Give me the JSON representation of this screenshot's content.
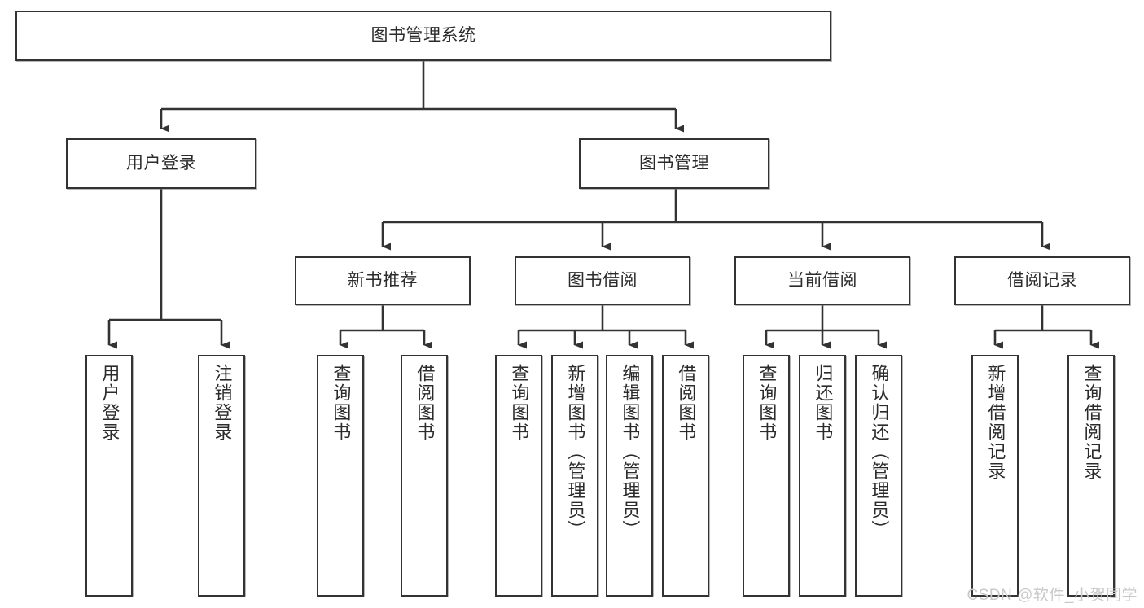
{
  "diagram": {
    "title": "图书管理系统",
    "type": "tree",
    "watermark": "CSDN @软件_小贺同学",
    "colors": {
      "box_border": "#333333",
      "box_fill": "#ffffff",
      "text": "#2b2b2b",
      "connector": "#333333",
      "watermark": "#c9c9c9",
      "background": "#ffffff"
    },
    "nodes": {
      "root": {
        "label": "图书管理系统",
        "level": 0,
        "orientation": "horizontal"
      },
      "user_login": {
        "label": "用户登录",
        "level": 1,
        "orientation": "horizontal"
      },
      "book_manage": {
        "label": "图书管理",
        "level": 1,
        "orientation": "horizontal"
      },
      "new_book_rec": {
        "label": "新书推荐",
        "level": 2,
        "orientation": "horizontal"
      },
      "book_borrow": {
        "label": "图书借阅",
        "level": 2,
        "orientation": "horizontal"
      },
      "current_borrow": {
        "label": "当前借阅",
        "level": 2,
        "orientation": "horizontal"
      },
      "borrow_record": {
        "label": "借阅记录",
        "level": 2,
        "orientation": "horizontal"
      },
      "leaf_user_login": {
        "label": "用户登录",
        "level": 3,
        "orientation": "vertical"
      },
      "leaf_logout": {
        "label": "注销登录",
        "level": 3,
        "orientation": "vertical"
      },
      "leaf_query_book_1": {
        "label": "查询图书",
        "level": 3,
        "orientation": "vertical"
      },
      "leaf_borrow_book_1": {
        "label": "借阅图书",
        "level": 3,
        "orientation": "vertical"
      },
      "leaf_query_book_2": {
        "label": "查询图书",
        "level": 3,
        "orientation": "vertical"
      },
      "leaf_add_book": {
        "label": "新增图书（管理员）",
        "level": 3,
        "orientation": "vertical"
      },
      "leaf_edit_book": {
        "label": "编辑图书（管理员）",
        "level": 3,
        "orientation": "vertical"
      },
      "leaf_borrow_book_2": {
        "label": "借阅图书",
        "level": 3,
        "orientation": "vertical"
      },
      "leaf_query_book_3": {
        "label": "查询图书",
        "level": 3,
        "orientation": "vertical"
      },
      "leaf_return_book": {
        "label": "归还图书",
        "level": 3,
        "orientation": "vertical"
      },
      "leaf_confirm_return": {
        "label": "确认归还（管理员）",
        "level": 3,
        "orientation": "vertical"
      },
      "leaf_add_record": {
        "label": "新增借阅记录",
        "level": 3,
        "orientation": "vertical"
      },
      "leaf_query_record": {
        "label": "查询借阅记录",
        "level": 3,
        "orientation": "vertical"
      }
    },
    "edges": [
      {
        "from": "root",
        "to": "user_login"
      },
      {
        "from": "root",
        "to": "book_manage"
      },
      {
        "from": "user_login",
        "to": "leaf_user_login"
      },
      {
        "from": "user_login",
        "to": "leaf_logout"
      },
      {
        "from": "book_manage",
        "to": "new_book_rec"
      },
      {
        "from": "book_manage",
        "to": "book_borrow"
      },
      {
        "from": "book_manage",
        "to": "current_borrow"
      },
      {
        "from": "book_manage",
        "to": "borrow_record"
      },
      {
        "from": "new_book_rec",
        "to": "leaf_query_book_1"
      },
      {
        "from": "new_book_rec",
        "to": "leaf_borrow_book_1"
      },
      {
        "from": "book_borrow",
        "to": "leaf_query_book_2"
      },
      {
        "from": "book_borrow",
        "to": "leaf_add_book"
      },
      {
        "from": "book_borrow",
        "to": "leaf_edit_book"
      },
      {
        "from": "book_borrow",
        "to": "leaf_borrow_book_2"
      },
      {
        "from": "current_borrow",
        "to": "leaf_query_book_3"
      },
      {
        "from": "current_borrow",
        "to": "leaf_return_book"
      },
      {
        "from": "current_borrow",
        "to": "leaf_confirm_return"
      },
      {
        "from": "borrow_record",
        "to": "leaf_add_record"
      },
      {
        "from": "borrow_record",
        "to": "leaf_query_record"
      }
    ]
  }
}
